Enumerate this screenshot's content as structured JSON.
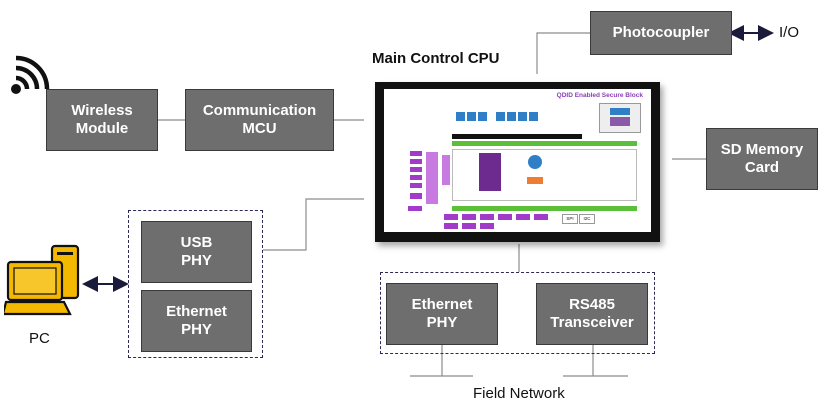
{
  "blocks": {
    "wireless": "Wireless\nModule",
    "comm_mcu": "Communication\nMCU",
    "photocoupler": "Photocoupler",
    "sd_card": "SD Memory\nCard",
    "usb_phy": "USB\nPHY",
    "eth_phy_left": "Ethernet\nPHY",
    "eth_phy_bottom": "Ethernet\nPHY",
    "rs485": "RS485\nTransceiver"
  },
  "labels": {
    "cpu_title": "Main Control CPU",
    "io": "I/O",
    "pc": "PC",
    "field_network": "Field Network"
  },
  "cpu_image": {
    "title": "QDID Enabled Secure Block",
    "spi": "SPI",
    "i2c": "I2C"
  },
  "colors": {
    "block_fill": "#6e6e6e",
    "dash": "#2a2a55",
    "wire": "#8c8c8c",
    "pc_yellow": "#f5b800",
    "chip_purple": "#a23bc9",
    "chip_green": "#5cbf3a",
    "chip_blue": "#2f7fc7",
    "chip_orange": "#ee7d32"
  }
}
